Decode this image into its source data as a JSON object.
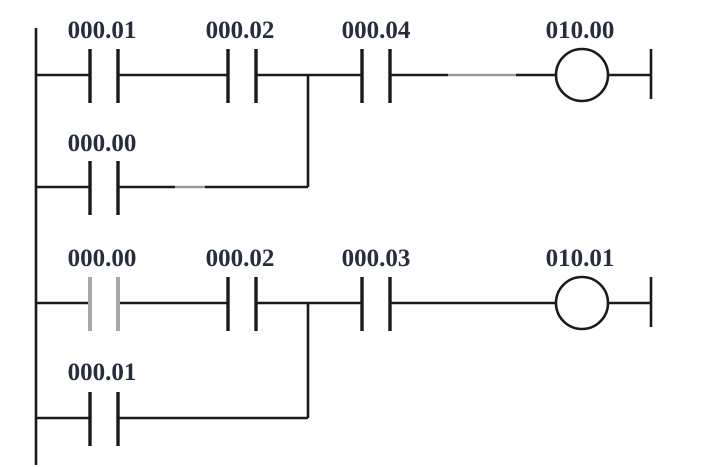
{
  "rungs": [
    {
      "top_row": {
        "contacts": [
          "000.01",
          "000.02",
          "000.04"
        ],
        "coil": "010.00"
      },
      "branch_contact": "000.00"
    },
    {
      "top_row": {
        "contacts": [
          "000.00",
          "000.02",
          "000.03"
        ],
        "coil": "010.01"
      },
      "branch_contact": "000.01"
    }
  ],
  "colors": {
    "wire": "#1a1a1a",
    "faint_wire": "#9a9a9a",
    "label": "#262e3e",
    "background": "#ffffff"
  }
}
